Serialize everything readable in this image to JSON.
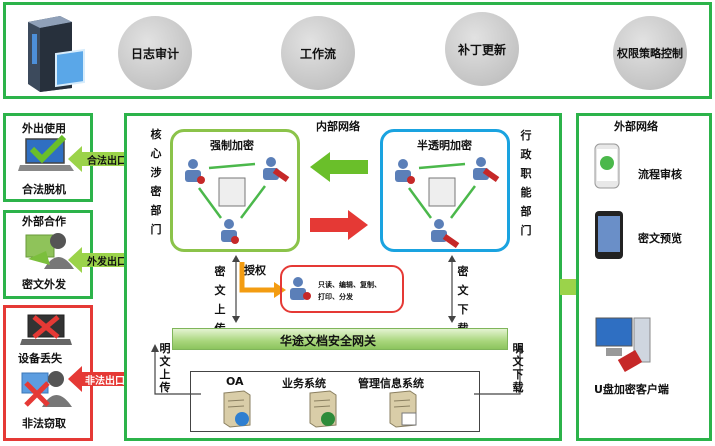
{
  "top_bar": {
    "items": [
      "日志审计",
      "工作流",
      "补丁更新",
      "权限策略控制"
    ]
  },
  "left": {
    "go_out": {
      "title": "外出使用",
      "arrow": "合法出口",
      "caption": "合法脱机"
    },
    "partner": {
      "title": "外部合作",
      "arrow": "外发出口",
      "caption": "密文外发"
    },
    "threat": {
      "caption_lost": "设备丢失",
      "arrow": "非法出口",
      "caption_stolen": "非法窃取"
    }
  },
  "center": {
    "internal_network": "内部网络",
    "core_dept": "核心涉密部门",
    "forced_enc": "强制加密",
    "semi_enc": "半透明加密",
    "admin_dept": "行政职能部门",
    "upload_cipher": "密文上传",
    "authorize": "授权",
    "perm_text_1": "只读、编辑、复制、",
    "perm_text_2": "打印、分发",
    "download_cipher": "密文下载",
    "gateway": "华途文档安全网关",
    "upload_plain": "明文上传",
    "download_plain": "明文下载",
    "systems": [
      "OA",
      "业务系统",
      "管理信息系统"
    ]
  },
  "right": {
    "external_network": "外部网络",
    "items": [
      "流程审核",
      "密文预览",
      "U盘加密客户端"
    ]
  },
  "colors": {
    "green": "#2cb34a",
    "red": "#e53935",
    "blue": "#1aa3e0",
    "lime": "#8bc34a",
    "orange": "#f39c12"
  }
}
